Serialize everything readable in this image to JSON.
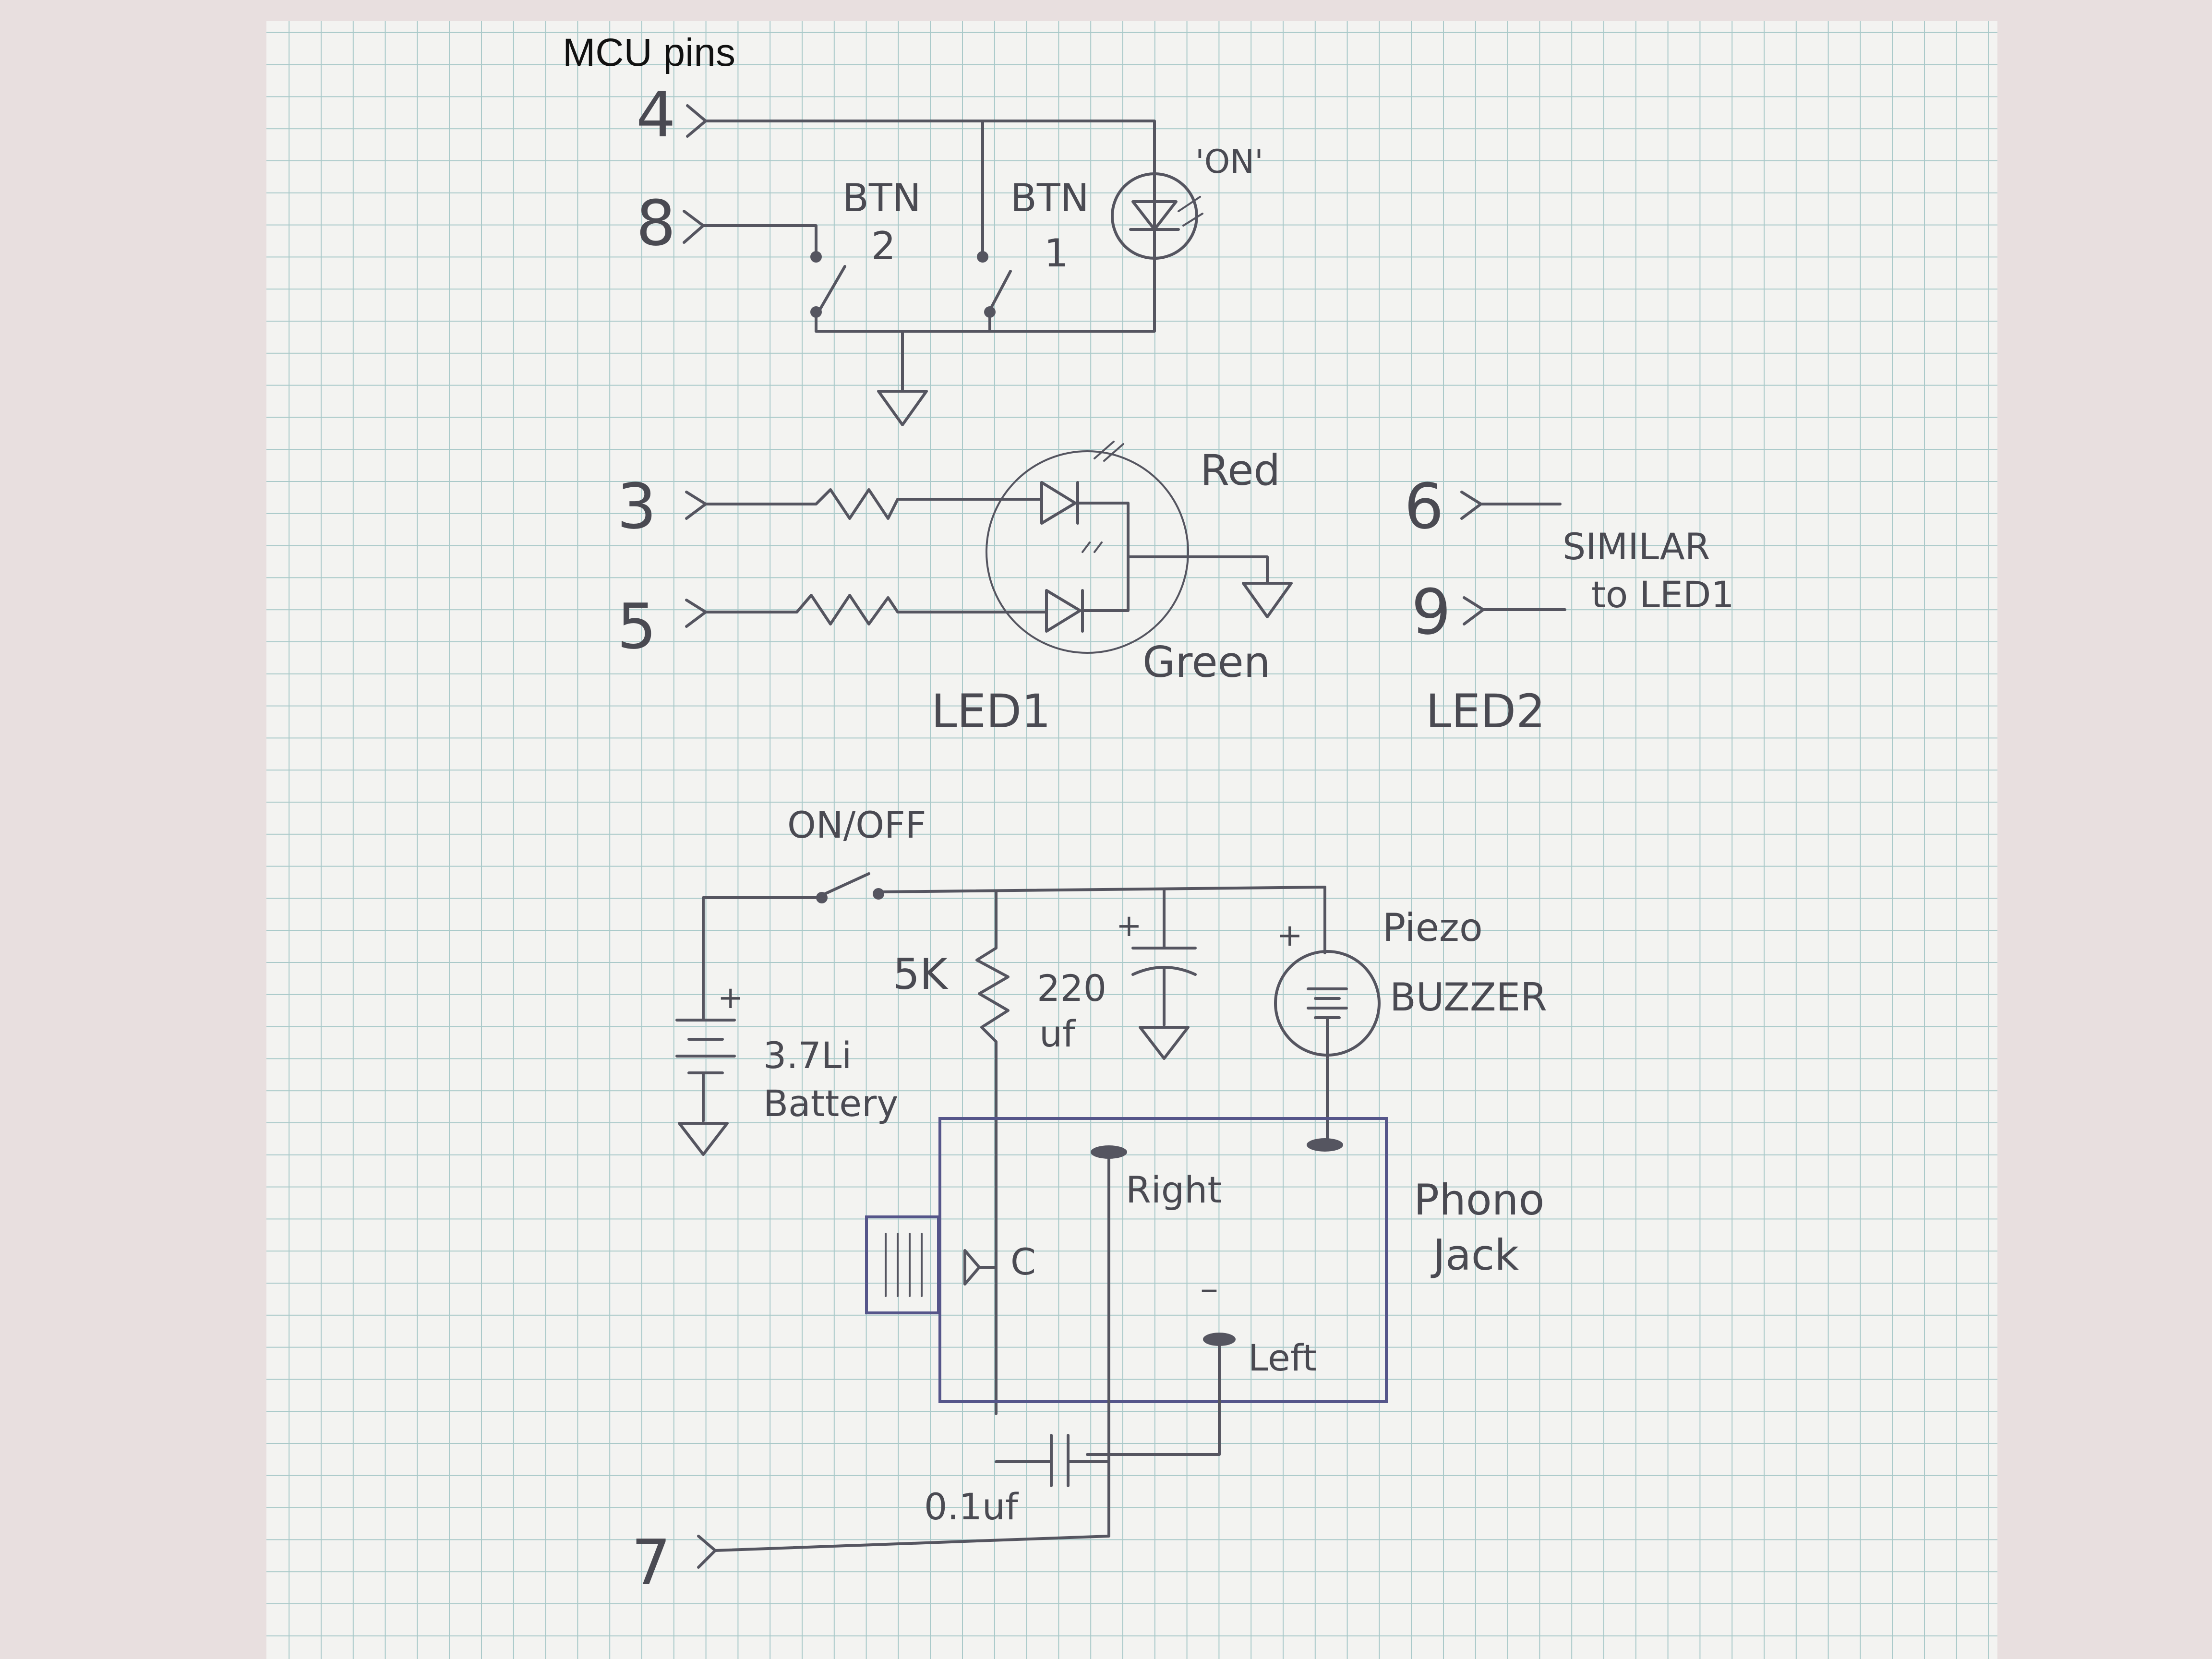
{
  "header": {
    "mcu_label": "MCU pins"
  },
  "pins": {
    "p4": "4",
    "p8": "8",
    "p3": "3",
    "p5": "5",
    "p6": "6",
    "p9": "9",
    "p7": "7"
  },
  "buttons": {
    "btn2_title": "BTN",
    "btn2_num": "2",
    "btn1_title": "BTN",
    "btn1_num": "1",
    "on_led": "'ON'"
  },
  "led1": {
    "red": "Red",
    "green": "Green",
    "name": "LED1"
  },
  "led2": {
    "name": "LED2",
    "note_line1": "SIMILAR",
    "note_line2": "to LED1"
  },
  "power": {
    "switch": "ON/OFF",
    "resistor": "5K",
    "cap_line1": "220",
    "cap_line2": "uf",
    "battery_line1": "3.7Li",
    "battery_line2": "Battery",
    "buzzer_line1": "Piezo",
    "buzzer_line2": "BUZZER",
    "plus": "+"
  },
  "jack": {
    "right": "Right",
    "left": "Left",
    "c": "C",
    "minus": "–",
    "name_line1": "Phono",
    "name_line2": "Jack",
    "cap": "0.1uf"
  },
  "colors": {
    "background": "#e8dfdf",
    "paper": "#f3f3f1",
    "grid": "#a9c9c9",
    "pencil": "#555560",
    "jack_ink": "#55558a"
  }
}
